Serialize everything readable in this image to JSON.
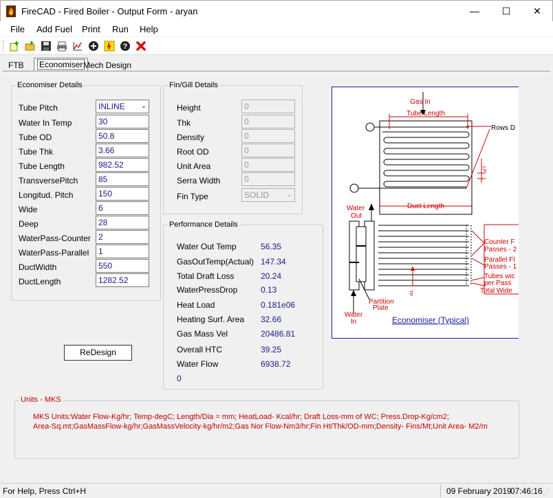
{
  "window": {
    "title": "FireCAD - Fired Boiler - Output Form - aryan",
    "minimize": "—",
    "maximize": "☐",
    "close": "✕"
  },
  "menu": [
    "File",
    "Add Fuel",
    "Print",
    "Run",
    "Help"
  ],
  "toolbar": {
    "icons": [
      "new-icon",
      "open-icon",
      "save-icon",
      "print-icon",
      "chart-icon",
      "add-icon",
      "spark-icon",
      "help-icon",
      "delete-icon"
    ],
    "colors": {
      "red_x": "#d01010",
      "green": "#2aa02a",
      "yellow": "#e8c000"
    }
  },
  "tabs": [
    "FTB",
    "Economiser",
    "Mech Design"
  ],
  "active_tab": "Economiser",
  "economiser": {
    "group_label": "Economiser Details",
    "rows": [
      {
        "label": "Tube Pitch",
        "value": "INLINE"
      },
      {
        "label": "Water In Temp",
        "value": "30"
      },
      {
        "label": "Tube OD",
        "value": "50.8"
      },
      {
        "label": "Tube Thk",
        "value": "3.66"
      },
      {
        "label": "Tube Length",
        "value": "982.52"
      },
      {
        "label": "TransversePitch",
        "value": "85"
      },
      {
        "label": "Longitud. Pitch",
        "value": "150"
      },
      {
        "label": "Wide",
        "value": "6"
      },
      {
        "label": "Deep",
        "value": "28"
      },
      {
        "label": "WaterPass-Counter",
        "value": "2"
      },
      {
        "label": "WaterPass-Parallel",
        "value": "1"
      },
      {
        "label": "DuctWidth",
        "value": "550"
      },
      {
        "label": "DuctLength",
        "value": "1282.52"
      }
    ]
  },
  "fin": {
    "group_label": "Fin/Gill Details",
    "rows": [
      {
        "label": "Height",
        "value": "0"
      },
      {
        "label": "Thk",
        "value": "0"
      },
      {
        "label": "Density",
        "value": "0"
      },
      {
        "label": "Root OD",
        "value": "0"
      },
      {
        "label": "Unit Area",
        "value": "0"
      },
      {
        "label": "Serra Width",
        "value": "0"
      },
      {
        "label": "Fin Type",
        "value": "SOLID"
      }
    ]
  },
  "performance": {
    "group_label": "Performance Details",
    "rows": [
      {
        "label": "Water Out Temp",
        "value": "56.35"
      },
      {
        "label": "GasOutTemp(Actual)",
        "value": "147.34"
      },
      {
        "label": "Total Draft Loss",
        "value": "20.24"
      },
      {
        "label": "WaterPressDrop",
        "value": "0.13"
      },
      {
        "label": "Heat Load",
        "value": "0.181e06"
      },
      {
        "label": "Heating Surf. Area",
        "value": "32.66"
      },
      {
        "label": "Gas Mass Vel",
        "value": "20486.81"
      },
      {
        "label": "Overall HTC",
        "value": "39.25"
      },
      {
        "label": "Water Flow",
        "value": "6938.72"
      }
    ],
    "extra": "0"
  },
  "redesign_label": "ReDesign",
  "diagram": {
    "gas_in": "Gas In",
    "tube_length": "Tube Length",
    "rows_deep": "Rows D",
    "duct_length": "Duct Length",
    "water_out": "Water Out",
    "water_out_1": "Water",
    "water_out_2": "Out",
    "water_in_1": "Water",
    "water_in_2": "In",
    "partition_1": "Partition",
    "partition_2": "Plate",
    "counter_1": "Counter F",
    "counter_2": "Passes - 2",
    "parallel_1": "Parallel Fl",
    "parallel_2": "Passes - 1",
    "tubes_1": "Tubes wic",
    "tubes_2": "per Pass",
    "total_wide": "Total Wide",
    "caption": "Economiser (Typical)",
    "tp": "TP",
    "lp": "LP"
  },
  "units": {
    "group_label": "Units - MKS",
    "line1": "MKS Units:Water Flow-Kg/hr; Temp-degC; Length/Dia = mm; HeatLoad- Kcal/hr; Draft Loss-mm of WC; Press.Drop-Kg/cm2;",
    "line2": "Area-Sq.mt;GasMassFlow-kg/hr;GasMassVelocity-kg/hr/m2;Gas Nor Flow-Nm3/hr;Fin Ht/Thk/OD-mm;Density- Fins/Mt;Unit Area- M2/m"
  },
  "status": {
    "help": "For Help, Press Ctrl+H",
    "date": "09 February 2019",
    "time": "07:46:16"
  }
}
